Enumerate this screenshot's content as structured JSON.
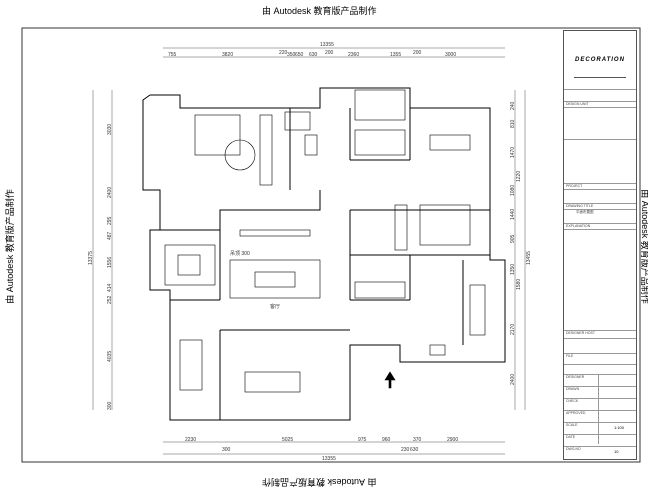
{
  "watermark": "由 Autodesk 教育版产品制作",
  "title_block": {
    "brand": "DECORATION",
    "design_unit_label": "DESIGN UNIT",
    "project_label": "PROJECT",
    "drawing_title_label": "DRAWING TITLE",
    "drawing_title_value": "平面布置图",
    "explanation_label": "EXPLANATION",
    "designer_host_label": "DESIGNER HOST",
    "file_label": "FILE",
    "designer_label": "DESIGNER",
    "drawn_label": "DRAWN",
    "check_label": "CHECK",
    "approved_label": "APPROVED",
    "scale_label": "SCALE",
    "scale_value": "1:100",
    "date_label": "DATE",
    "drawing_no_label": "DWG.NO",
    "drawing_no_value": "10"
  },
  "plan": {
    "top_total": "13355",
    "top_dims": [
      "755",
      "3820",
      "220",
      "350",
      "650",
      "630",
      "200",
      "2360",
      "1355",
      "200",
      "3000"
    ],
    "bottom_total": "13355",
    "bottom_dims": [
      "2230",
      "300",
      "5025",
      "975",
      "960",
      "230",
      "630",
      "370",
      "2900"
    ],
    "left_total": "13375",
    "left_dims": [
      "3030",
      "2400",
      "295",
      "487",
      "1556",
      "414",
      "252",
      "4035",
      "300"
    ],
    "right_total": "13455",
    "right_dims": [
      "240",
      "810",
      "1470",
      "1220",
      "1080",
      "1440",
      "905",
      "1350",
      "1580",
      "2170",
      "2400"
    ],
    "room_labels": {
      "ceiling_note": "吊顶 300",
      "living_room": "客厅"
    }
  }
}
